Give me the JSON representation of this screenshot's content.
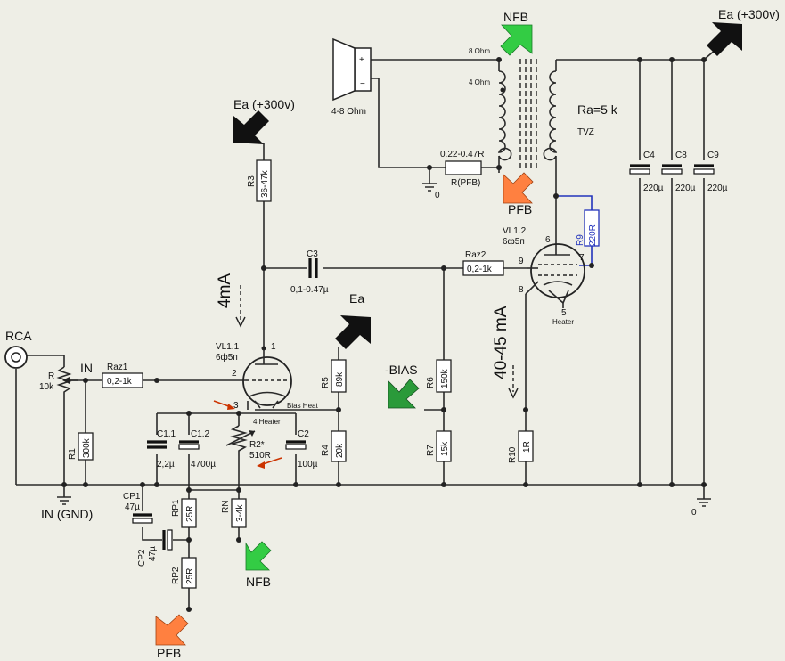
{
  "labels": {
    "nfb_top": "NFB",
    "nfb_bottom": "NFB",
    "ea_top_right": "Ea (+300v)",
    "ea_left": "Ea (+300v)",
    "ea_mid": "Ea",
    "ohm8": "8 Ohm",
    "ohm4": "4 Ohm",
    "speaker_ohm": "4-8 Ohm",
    "ra": "Ra=5 k",
    "tvz": "TVZ",
    "rpfb_value": "0.22-0.47R",
    "rpfb_name": "R(PFB)",
    "zero": "0",
    "pfb": "PFB",
    "vl12": "VL1.2",
    "vl11": "VL1.1",
    "tube_type": "6ф5п",
    "r9": "R9",
    "r9_value": "220R",
    "pin1": "1",
    "pin2": "2",
    "pin3": "3",
    "pin5": "5",
    "pin6": "6",
    "pin7": "7",
    "pin8": "8",
    "pin9": "9",
    "heater": "Heater",
    "heater_4": "4 Heater",
    "bias_heat": "Bias Heat",
    "c3": "C3",
    "c3_value": "0,1-0.47µ",
    "raz2": "Raz2",
    "raz2_value": "0,2-1k",
    "raz1": "Raz1",
    "raz1_value": "0,2-1k",
    "r3": "R3",
    "r3_value": "36-47k",
    "current_4ma": "4mA",
    "current_40_45ma": "40-45 mA",
    "rca": "RCA",
    "in": "IN",
    "r": "R",
    "r_value": "10k",
    "r1": "R1",
    "r1_value": "300k",
    "in_gnd": "IN (GND)",
    "c11": "C1.1",
    "c11_value": "2,2µ",
    "c12": "C1.2",
    "c12_value": "4700µ",
    "r2": "R2*",
    "r2_value": "510R",
    "c2": "C2",
    "c2_value": "100µ",
    "r5": "R5",
    "r5_value": "89k",
    "r4": "R4",
    "r4_value": "20k",
    "minus_bias": "-BIAS",
    "r6": "R6",
    "r6_value": "150k",
    "r7": "R7",
    "r7_value": "15k",
    "r10": "R10",
    "r10_value": "1R",
    "c4": "C4",
    "c8": "C8",
    "c9": "C9",
    "c_value": "220µ",
    "cp1": "CP1",
    "cp1_value": "47µ",
    "cp2": "CP2",
    "cp2_value": "47µ",
    "rp1": "RP1",
    "rp2": "RP2",
    "rp_value": "25R",
    "rn": "RN",
    "rn_value": "3-4k"
  },
  "colors": {
    "background": "#eeeee6",
    "wire": "#2a2a2a",
    "r9_wire": "#2233bb",
    "nfb_arrow": "#33cc44",
    "pfb_arrow": "#ff8040",
    "bias_arrow": "#2a9a3a",
    "supply_arrow": "#111111",
    "hint_arrow": "#cc3300"
  },
  "icons": [
    "speaker-icon",
    "rca-jack-icon",
    "arrow-ea-left-icon",
    "arrow-ea-top-right-icon",
    "arrow-ea-mid-icon",
    "arrow-nfb-top-icon",
    "arrow-nfb-bottom-icon",
    "arrow-pfb-top-icon",
    "arrow-pfb-bottom-icon",
    "arrow-bias-icon"
  ]
}
